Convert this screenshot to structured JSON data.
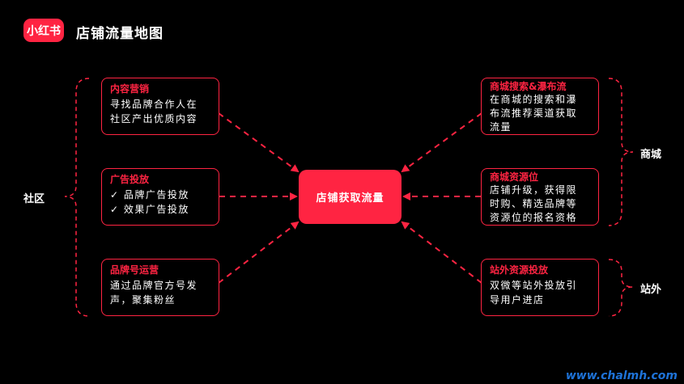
{
  "header": {
    "logo_text": "小红书",
    "title": "店铺流量地图"
  },
  "center": {
    "label": "店铺获取流量"
  },
  "groups": {
    "left": "社区",
    "right_top": "商城",
    "right_bottom": "站外"
  },
  "boxes": [
    {
      "title": "内容营销",
      "lines": [
        "寻找品牌合作人在",
        "社区产出优质内容"
      ]
    },
    {
      "title": "广告投放",
      "lines": [
        "✓ 品牌广告投放",
        "✓ 效果广告投放"
      ]
    },
    {
      "title": "品牌号运营",
      "lines": [
        "通过品牌官方号发",
        "声，聚集粉丝"
      ]
    },
    {
      "title": "商城搜索&瀑布流",
      "lines": [
        "在商城的搜索和瀑",
        "布流推荐渠道获取",
        "流量"
      ]
    },
    {
      "title": "商城资源位",
      "lines": [
        "店铺升级，获得限",
        "时购、精选品牌等",
        "资源位的报名资格"
      ]
    },
    {
      "title": "站外资源投放",
      "lines": [
        "双微等站外投放引",
        "导用户进店"
      ]
    }
  ],
  "watermark": "www.chalmh.com",
  "colors": {
    "accent": "#ff2442",
    "background": "#000000"
  }
}
